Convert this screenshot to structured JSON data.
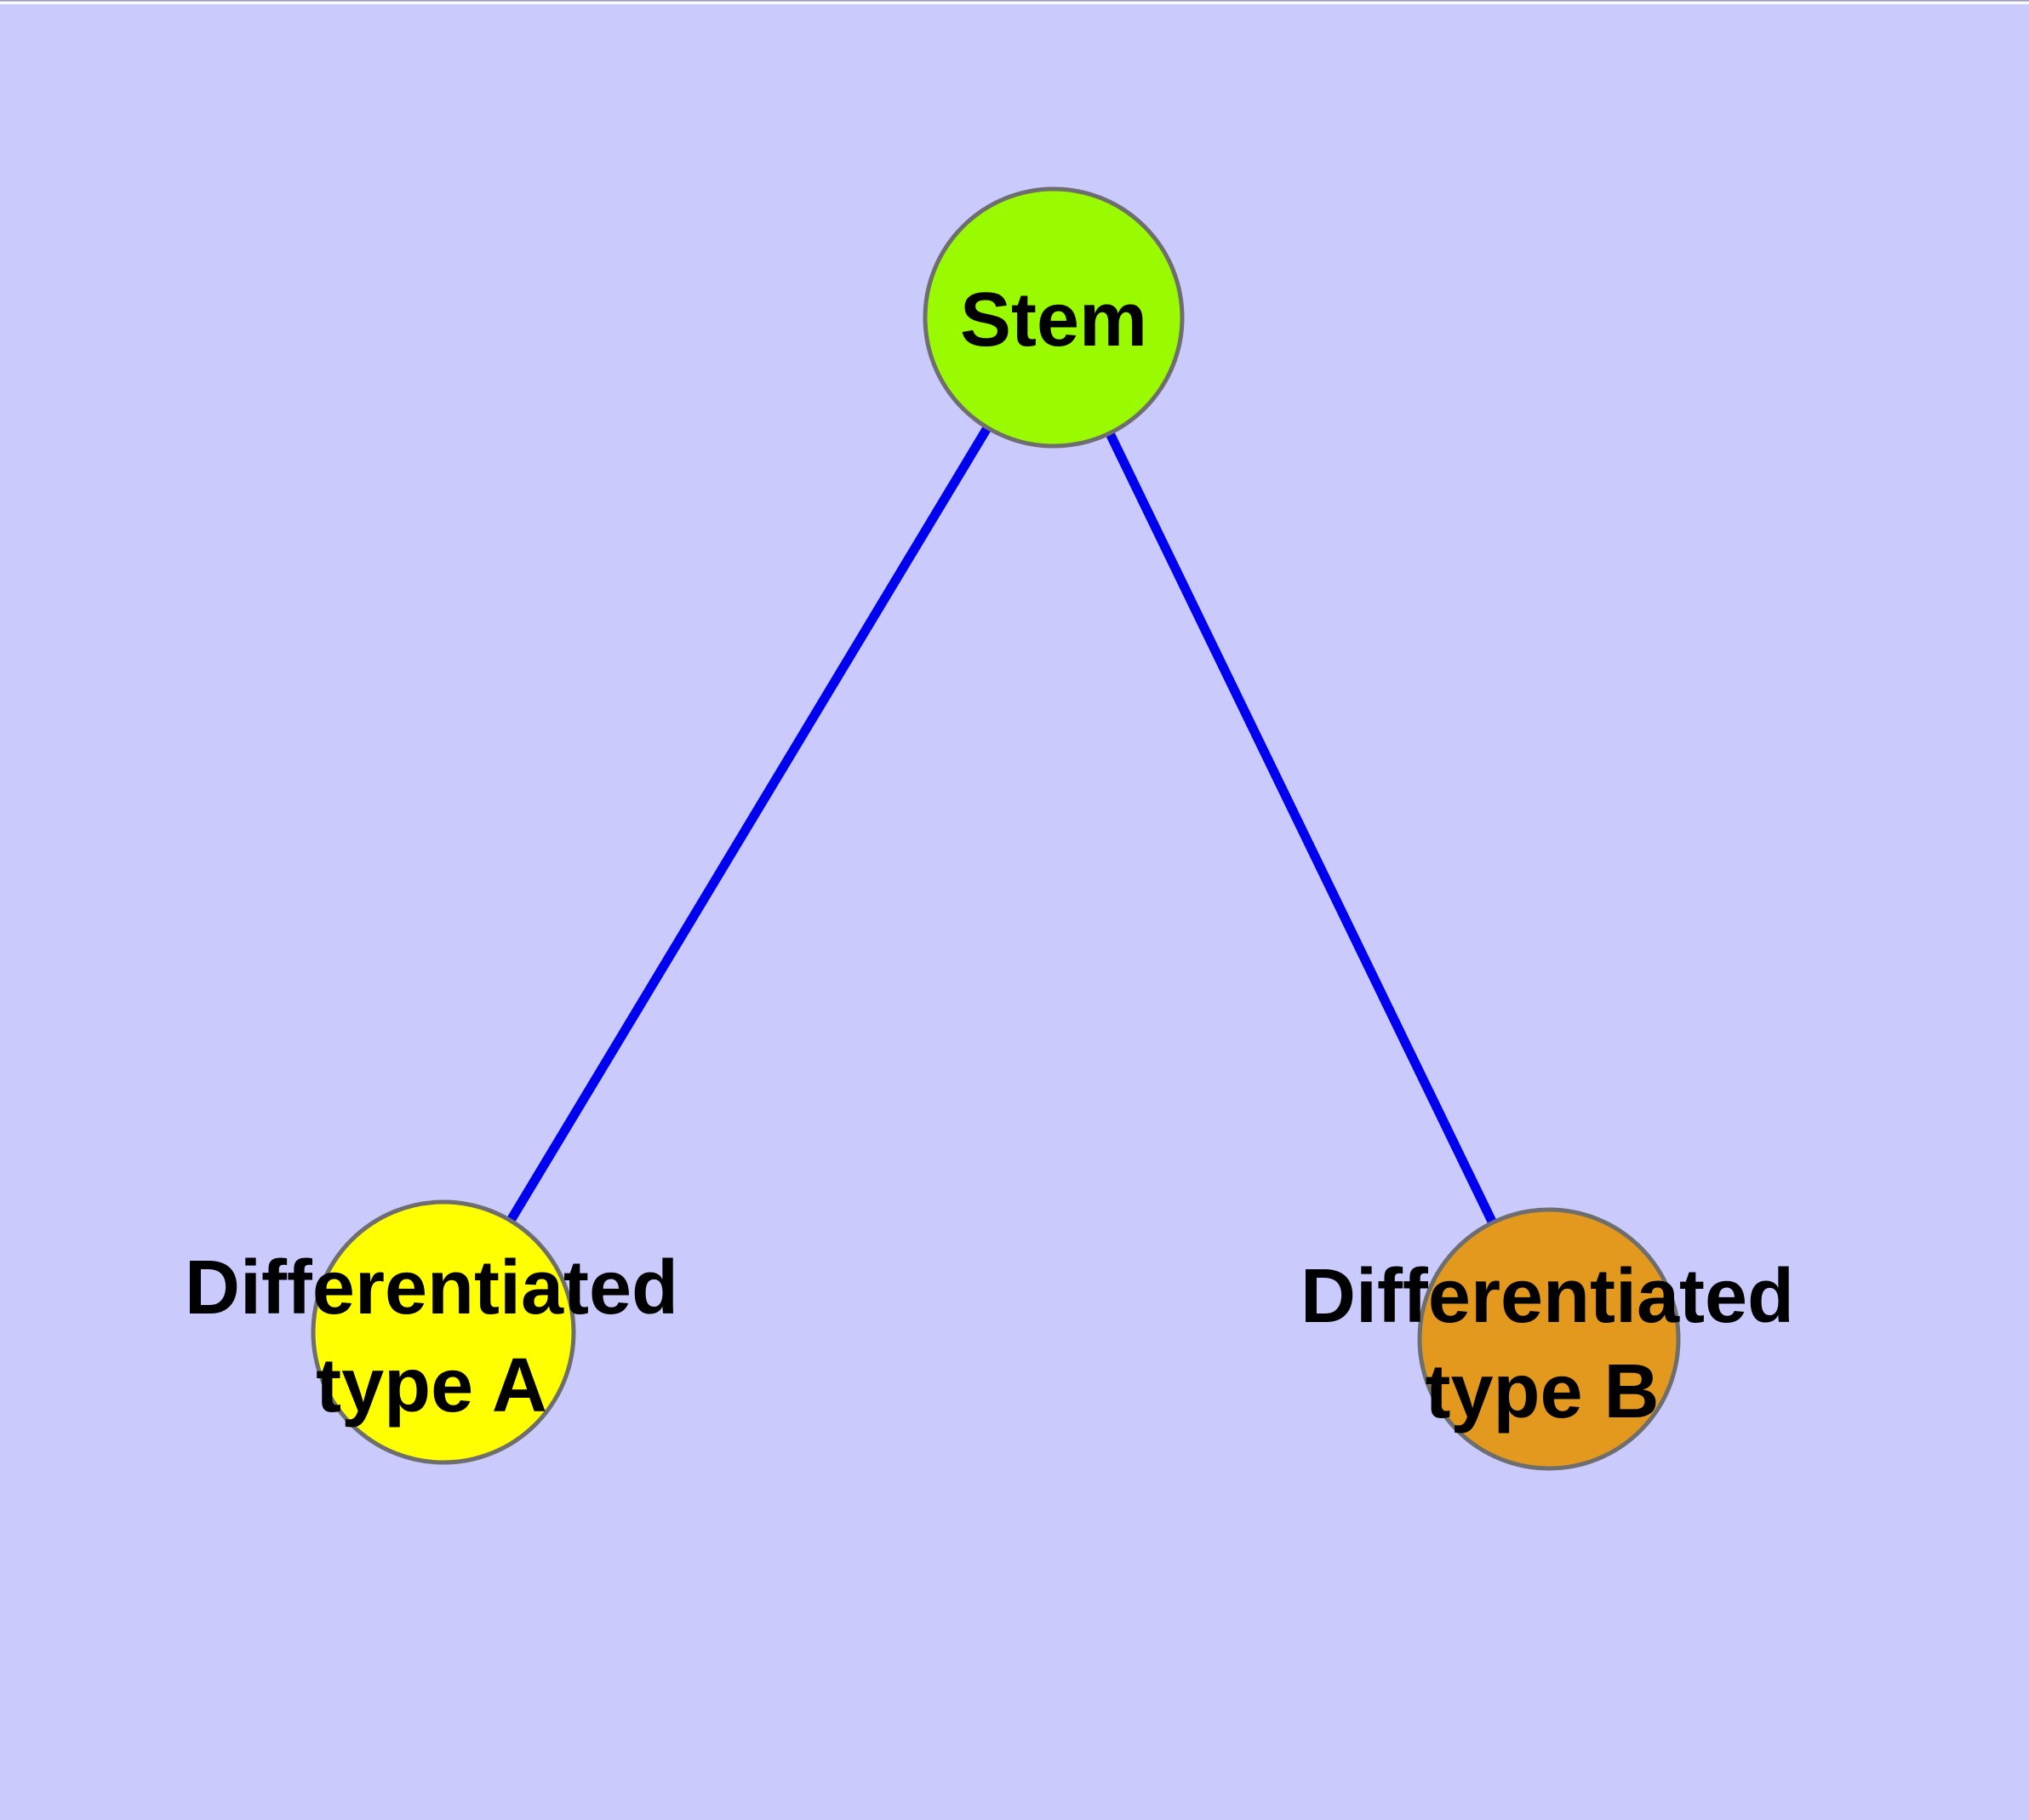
{
  "diagram": {
    "background_color": "#cacafc",
    "top_strip_color": "#f8f8fd",
    "top_line_color": "#9898b0",
    "edge_color": "#0000f0",
    "node_border_color": "#6e6e6e",
    "text_color": "#000000",
    "nodes": [
      {
        "id": "stem",
        "label": "Stem",
        "fill": "#9afa00"
      },
      {
        "id": "differentiated-type-a",
        "label_line1": "Differentiated",
        "label_line2": "type A",
        "fill": "#ffff00"
      },
      {
        "id": "differentiated-type-b",
        "label_line1": "Differentiated",
        "label_line2": "type B",
        "fill": "#e2991e"
      }
    ],
    "edges": [
      {
        "from": "Stem",
        "to": "Differentiated type A"
      },
      {
        "from": "Stem",
        "to": "Differentiated type B"
      }
    ]
  }
}
